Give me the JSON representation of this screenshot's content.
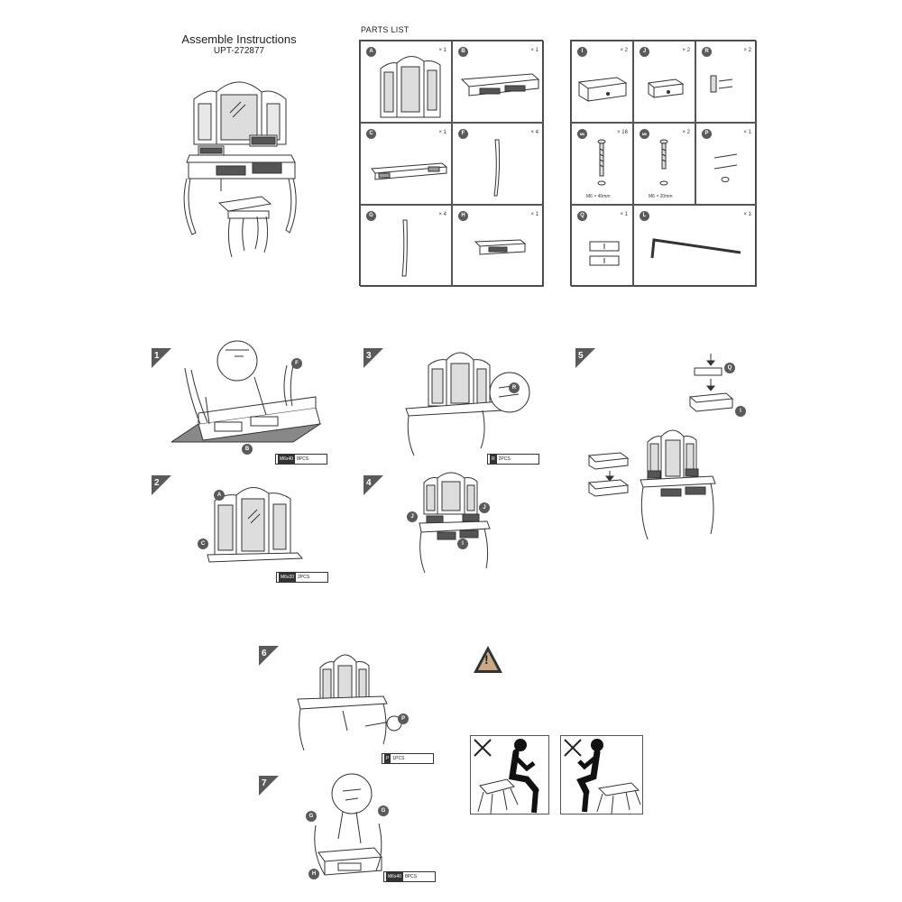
{
  "header": {
    "title": "Assemble Instructions",
    "model": "UPT-272877",
    "parts_list_title": "PARTS LIST"
  },
  "parts_left": [
    {
      "id": "A",
      "qty": "× 1"
    },
    {
      "id": "B",
      "qty": "× 1"
    },
    {
      "id": "C",
      "qty": "× 1"
    },
    {
      "id": "F",
      "qty": "× 4"
    },
    {
      "id": "G",
      "qty": "× 4"
    },
    {
      "id": "H",
      "qty": "× 1"
    }
  ],
  "parts_right": [
    {
      "id": "I",
      "qty": "× 2"
    },
    {
      "id": "J",
      "qty": "× 2"
    },
    {
      "id": "R",
      "qty": "× 2"
    },
    {
      "id": "M6",
      "qty": "× 16",
      "caption": "M6 × 40mm"
    },
    {
      "id": "M6",
      "qty": "× 2",
      "caption": "M6 × 20mm"
    },
    {
      "id": "P",
      "qty": "× 1"
    },
    {
      "id": "Q",
      "qty": "× 1"
    },
    {
      "id": "L",
      "qty": "× 1"
    }
  ],
  "steps": [
    {
      "num": "1",
      "hardware": "8PCS",
      "tag": "M6x40"
    },
    {
      "num": "2",
      "hardware": "2PCS",
      "tag": "M6x20"
    },
    {
      "num": "3",
      "hardware": "2PCS",
      "tag": "R"
    },
    {
      "num": "4"
    },
    {
      "num": "5"
    },
    {
      "num": "6",
      "hardware": "1PCS",
      "tag": "P"
    },
    {
      "num": "7",
      "hardware": "8PCS",
      "tag": "M6x40"
    }
  ],
  "labels": {
    "F": "F",
    "B": "B",
    "A": "A",
    "C": "C",
    "R": "R",
    "J": "J",
    "I": "I",
    "Q": "Q",
    "P": "P",
    "G": "G",
    "H": "H"
  },
  "warning": {
    "symbol": "!"
  }
}
